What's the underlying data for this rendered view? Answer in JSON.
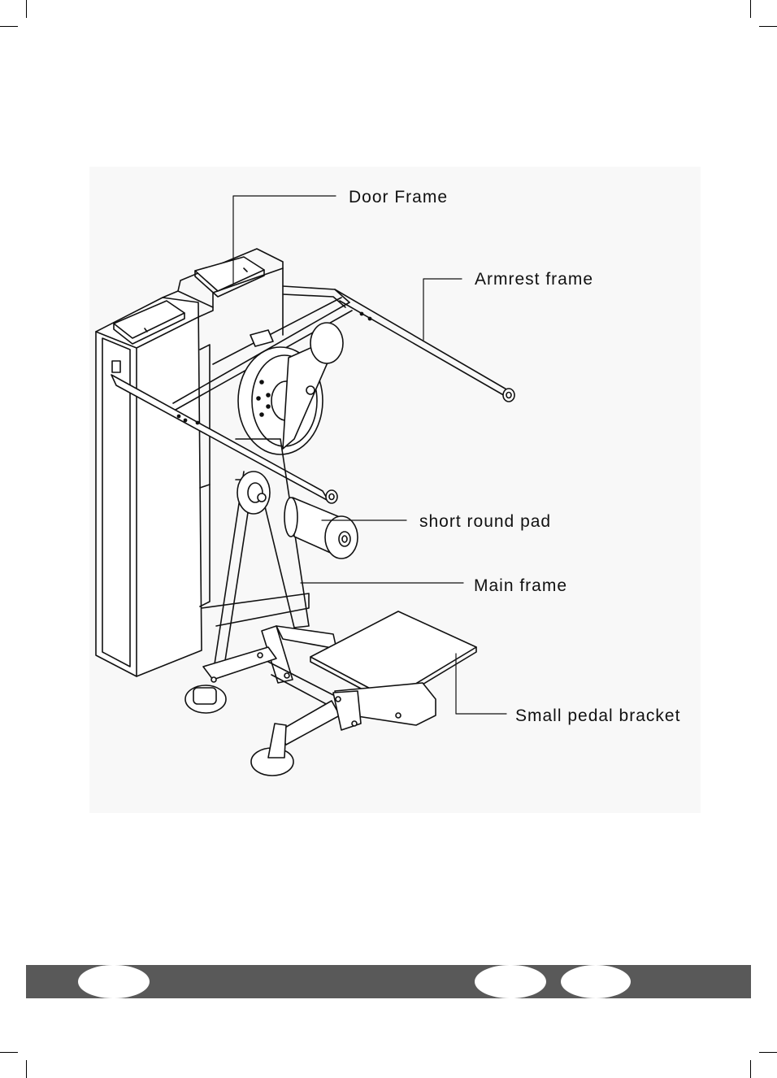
{
  "labels": {
    "door_frame": "Door Frame",
    "armrest_frame": "Armrest frame",
    "short_round_pad": "short round pad",
    "main_frame": "Main frame",
    "small_pedal_bracket": "Small pedal bracket"
  },
  "colors": {
    "footer_bar": "#595959",
    "panel": "#f8f8f8",
    "line": "#111111"
  }
}
